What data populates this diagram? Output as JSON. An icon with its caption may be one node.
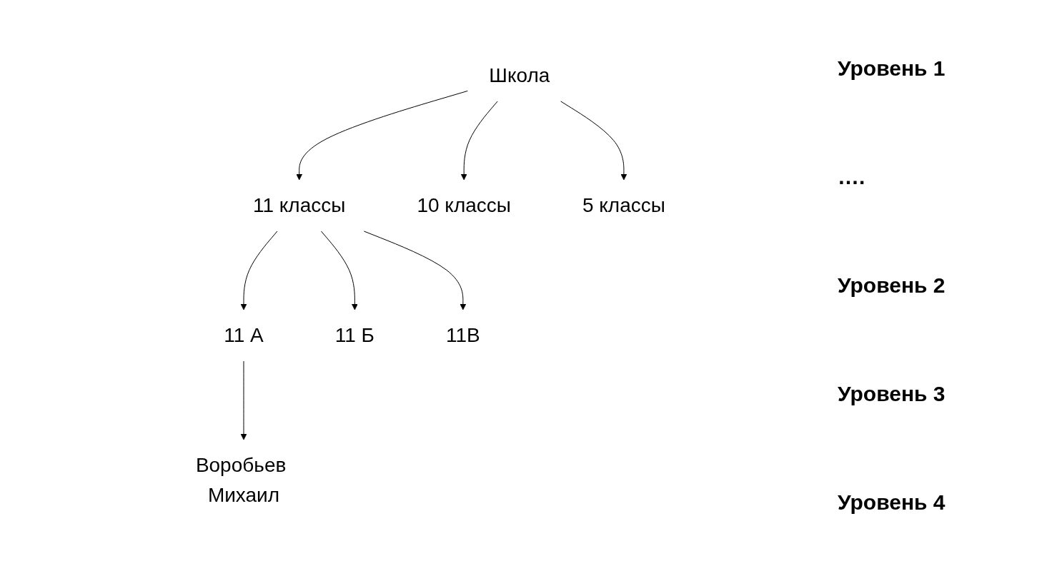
{
  "diagram": {
    "nodes": [
      {
        "text": [
          "Школа"
        ]
      },
      {
        "text": [
          "11 классы"
        ]
      },
      {
        "text": [
          "10 классы"
        ]
      },
      {
        "text": [
          "5 классы"
        ]
      },
      {
        "text": [
          "11 А"
        ]
      },
      {
        "text": [
          "11 Б"
        ]
      },
      {
        "text": [
          "11В"
        ]
      },
      {
        "text": [
          "Воробьев Михаил"
        ]
      }
    ],
    "edges": [
      {
        "from": 0,
        "to": 1,
        "arrow": "to"
      },
      {
        "from": 0,
        "to": 2,
        "arrow": "to"
      },
      {
        "from": 0,
        "to": 3,
        "arrow": "to"
      },
      {
        "from": 1,
        "to": 4,
        "arrow": "to"
      },
      {
        "from": 1,
        "to": 5,
        "arrow": "to"
      },
      {
        "from": 1,
        "to": 6,
        "arrow": "to"
      },
      {
        "from": 4,
        "to": 7,
        "arrow": "to"
      }
    ],
    "labels": [
      "Уровень 1",
      "….",
      "Уровень 2",
      "Уровень 3",
      "Уровень 4"
    ]
  }
}
